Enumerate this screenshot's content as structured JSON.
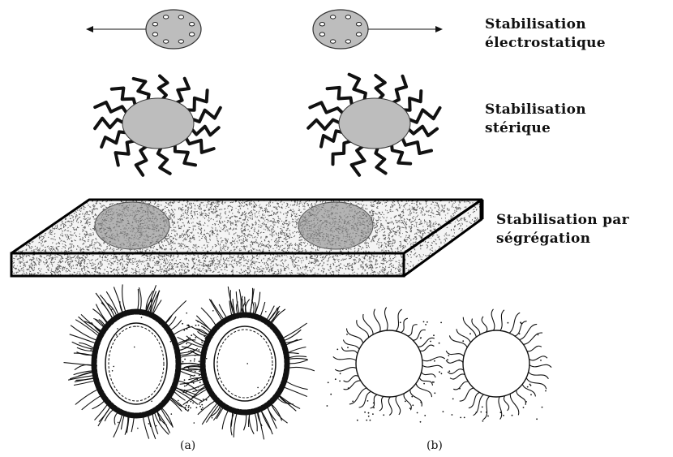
{
  "labels": {
    "electro": {
      "line1": "Stabilisation",
      "line2": "électrostatique"
    },
    "steric": {
      "line1": "Stabilisation",
      "line2": "stérique"
    },
    "segregation": {
      "line1": "Stabilisation par",
      "line2": "ségrégation"
    }
  },
  "captions": {
    "a": "(a)",
    "b": "(b)"
  },
  "colors": {
    "particle_fill": "#bdbdbd",
    "ink": "#111111",
    "matrix_speckle": "#555555"
  }
}
